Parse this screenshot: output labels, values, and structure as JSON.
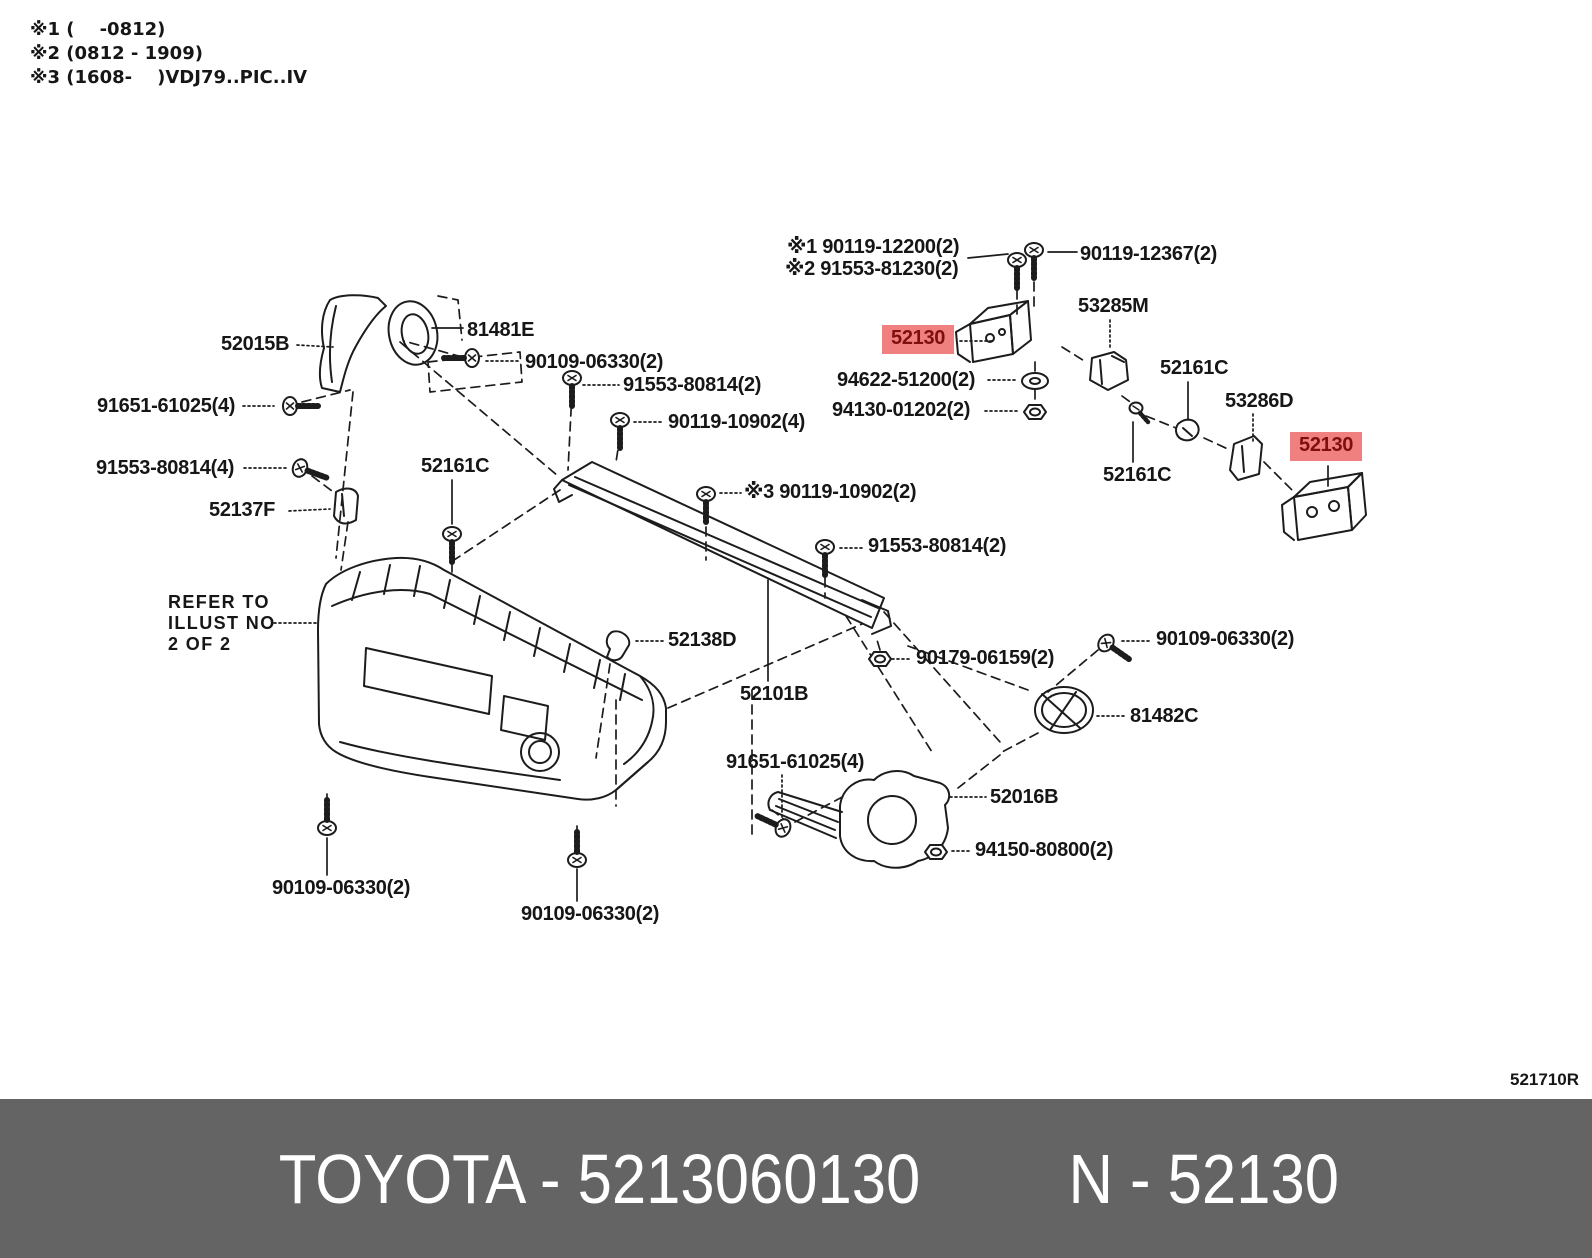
{
  "notes": {
    "line1": "※1 (    -0812)",
    "line2": "※2 (0812 - 1909)",
    "line3": "※3 (1608-    )VDJ79..PIC..IV"
  },
  "labels": [
    {
      "text": "52015B"
    },
    {
      "text": "81481E"
    },
    {
      "text": "90109-06330(2)"
    },
    {
      "text": "91553-80814(2)"
    },
    {
      "text": "90119-10902(4)"
    },
    {
      "text": "91651-61025(4)"
    },
    {
      "text": "91553-80814(4)"
    },
    {
      "text": "52161C"
    },
    {
      "text": "52137F"
    },
    {
      "text": "※1 90119-12200(2)"
    },
    {
      "text": "※2 91553-81230(2)"
    },
    {
      "text": "90119-12367(2)"
    },
    {
      "text": "52130",
      "highlight": true
    },
    {
      "text": "53285M"
    },
    {
      "text": "52161C"
    },
    {
      "text": "53286D"
    },
    {
      "text": "52130",
      "highlight": true
    },
    {
      "text": "94622-51200(2)"
    },
    {
      "text": "94130-01202(2)"
    },
    {
      "text": "52161C"
    },
    {
      "text": "※3 90119-10902(2)"
    },
    {
      "text": "91553-80814(2)"
    },
    {
      "text": "REFER TO\nILLUST NO\n2 OF 2"
    },
    {
      "text": "52138D"
    },
    {
      "text": "90179-06159(2)"
    },
    {
      "text": "52101B"
    },
    {
      "text": "90109-06330(2)"
    },
    {
      "text": "81482C"
    },
    {
      "text": "91651-61025(4)"
    },
    {
      "text": "52016B"
    },
    {
      "text": "94150-80800(2)"
    },
    {
      "text": "90109-06330(2)"
    },
    {
      "text": "90109-06330(2)"
    }
  ],
  "diagram_code": "521710R",
  "footer": {
    "left_text": "TOYOTA - 5213060130",
    "right_text": "N - 52130"
  },
  "colors": {
    "highlight_bg": "#F08080",
    "highlight_text": "#7E0F0F",
    "banner_bg": "#646464",
    "banner_text": "#FFFFFF",
    "line_color": "#1C1C1C"
  }
}
